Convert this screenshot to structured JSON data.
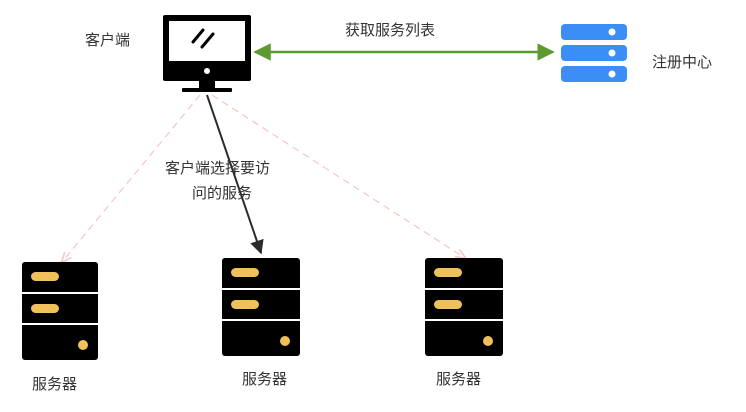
{
  "nodes": {
    "client": {
      "label": "客户端"
    },
    "registry": {
      "label": "注册中心"
    },
    "servers": [
      {
        "label": "服务器"
      },
      {
        "label": "服务器"
      },
      {
        "label": "服务器"
      }
    ]
  },
  "edges": {
    "get_service_list": {
      "label": "获取服务列表"
    },
    "choose_service": {
      "label_line1": "客户端选择要访",
      "label_line2": "问的服务"
    }
  },
  "colors": {
    "monitor": "#000000",
    "server_body": "#000000",
    "server_accent": "#f0c05a",
    "registry": "#3a8ef5",
    "list_arrow": "#5a9a2e",
    "choose_arrow": "#2b2b2b",
    "dashed_arrow": "#f8c8c8"
  }
}
